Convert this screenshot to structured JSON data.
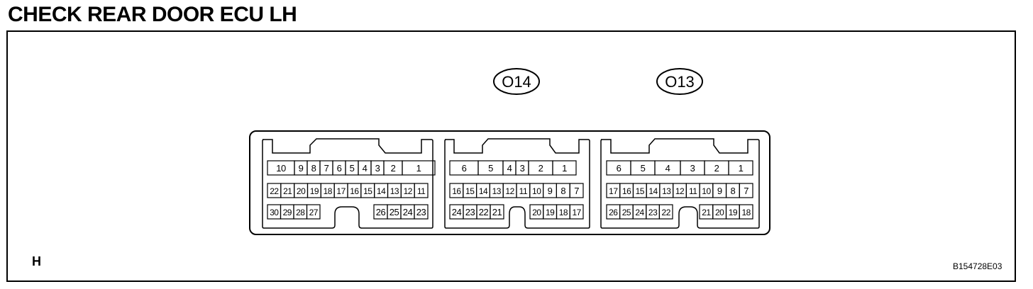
{
  "title": "CHECK REAR DOOR ECU LH",
  "view_letter": "H",
  "figure_id": "B154728E03",
  "connectors": [
    {
      "label": "",
      "rows": [
        [
          "10",
          "9",
          "8",
          "7",
          "6",
          "5",
          "4",
          "3",
          "2",
          "1"
        ],
        [
          "22",
          "21",
          "20",
          "19",
          "18",
          "17",
          "16",
          "15",
          "14",
          "13",
          "12",
          "11"
        ],
        [
          "30",
          "29",
          "28",
          "27",
          "26",
          "25",
          "24",
          "23"
        ]
      ]
    },
    {
      "label": "O14",
      "rows": [
        [
          "6",
          "5",
          "4",
          "3",
          "2",
          "1"
        ],
        [
          "16",
          "15",
          "14",
          "13",
          "12",
          "11",
          "10",
          "9",
          "8",
          "7"
        ],
        [
          "24",
          "23",
          "22",
          "21",
          "20",
          "19",
          "18",
          "17"
        ]
      ]
    },
    {
      "label": "O13",
      "rows": [
        [
          "6",
          "5",
          "4",
          "3",
          "2",
          "1"
        ],
        [
          "17",
          "16",
          "15",
          "14",
          "13",
          "12",
          "11",
          "10",
          "9",
          "8",
          "7"
        ],
        [
          "26",
          "25",
          "24",
          "23",
          "22",
          "21",
          "20",
          "19",
          "18"
        ]
      ]
    }
  ]
}
